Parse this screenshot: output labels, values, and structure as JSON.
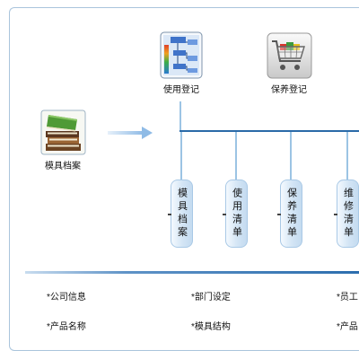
{
  "diagram": {
    "source": {
      "label": "模具档案",
      "icon": "books-icon"
    },
    "top_nodes": [
      {
        "label": "使用登记",
        "icon": "flowchart-icon"
      },
      {
        "label": "保养登记",
        "icon": "shopping-cart-icon"
      }
    ],
    "branches": [
      {
        "label": "模具档案"
      },
      {
        "label": "使用清单"
      },
      {
        "label": "保养清单"
      },
      {
        "label": "维修清单"
      }
    ]
  },
  "settings": {
    "rows": [
      [
        "*公司信息",
        "*部门设定",
        "*员工"
      ],
      [
        "*产品名称",
        "*模具结构",
        "*产品"
      ]
    ]
  },
  "colors": {
    "frame": "#a9c4dc",
    "bus_line": "#2a6aa8",
    "branch_line": "#9cc4e4",
    "pill_fill": "#d3e5f5",
    "accent": "#2c6eae"
  }
}
